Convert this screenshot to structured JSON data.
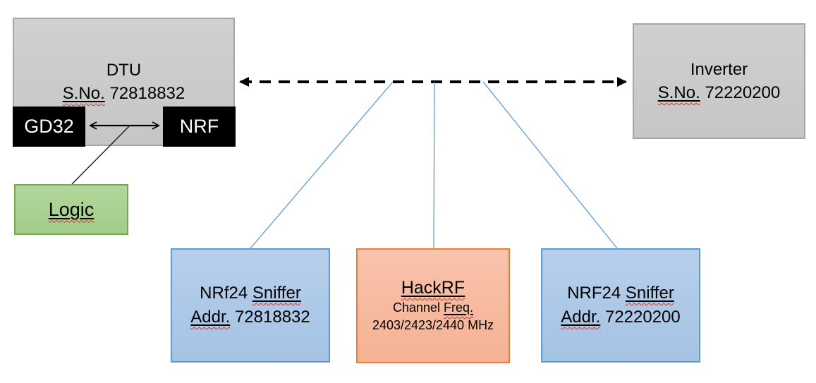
{
  "colors": {
    "gray_fill": "#CBCBCB",
    "gray_border": "#A6A6A6",
    "chip_black": "#000000",
    "chip_text": "#FFFFFF",
    "green_fill": "#A9D18E",
    "green_border": "#70AD47",
    "blue_fill": "#AEC9E9",
    "blue_border": "#5B9BD5",
    "orange_fill": "#F7B793",
    "orange_border": "#ED7D31",
    "connector_blue": "#5B9BD5",
    "arrow_black": "#000000",
    "squiggle_red": "#D0342C"
  },
  "dtu": {
    "title": "DTU",
    "serial_word": "S.No.",
    "serial_rest": " 72818832",
    "chip_left": "GD32",
    "chip_right": "NRF"
  },
  "logic": {
    "label": "Logic"
  },
  "inverter": {
    "title": "Inverter",
    "serial_word": "S.No.",
    "serial_rest": " 72220200"
  },
  "sniffer_left": {
    "line1_prefix": "NRf24 ",
    "line1_word": "Sniffer",
    "line2_word": "Addr.",
    "line2_rest": " 72818832"
  },
  "hackrf": {
    "title": "HackRF",
    "line2_prefix": "Channel ",
    "line2_word": "Freq.",
    "line3": "2403/2423/2440 MHz"
  },
  "sniffer_right": {
    "line1_prefix": "NRF24 ",
    "line1_word": "Sniffer",
    "line2_word": "Addr.",
    "line2_rest": " 72220200"
  }
}
